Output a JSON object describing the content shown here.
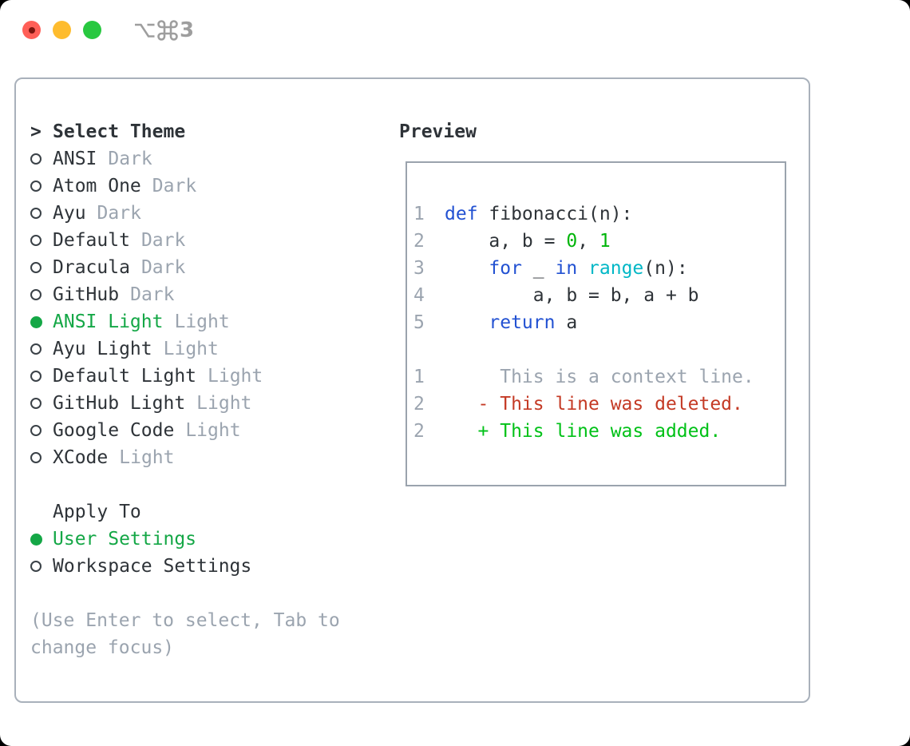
{
  "colors": {
    "ink": "#2e3338",
    "muted": "#9ba4af",
    "ui_green": "#14a746",
    "code_kw": "#2251d2",
    "code_builtin": "#00b7c6",
    "code_num": "#00b50a",
    "diff_del": "#c43a25",
    "diff_add": "#00c117",
    "titlebar_gray": "#9e9e9e",
    "traffic_red": "#ff5f57",
    "traffic_yellow": "#febc2e",
    "traffic_green": "#28c840"
  },
  "titlebar": {
    "shortcut_modifiers": [
      "option",
      "command"
    ],
    "shortcut_key": "3"
  },
  "theme_selector": {
    "prompt": ">",
    "header": "Select Theme",
    "items": [
      {
        "name": "ANSI",
        "tag": "Dark",
        "selected": false
      },
      {
        "name": "Atom One",
        "tag": "Dark",
        "selected": false
      },
      {
        "name": "Ayu",
        "tag": "Dark",
        "selected": false
      },
      {
        "name": "Default",
        "tag": "Dark",
        "selected": false
      },
      {
        "name": "Dracula",
        "tag": "Dark",
        "selected": false
      },
      {
        "name": "GitHub",
        "tag": "Dark",
        "selected": false
      },
      {
        "name": "ANSI Light",
        "tag": "Light",
        "selected": true
      },
      {
        "name": "Ayu Light",
        "tag": "Light",
        "selected": false
      },
      {
        "name": "Default Light",
        "tag": "Light",
        "selected": false
      },
      {
        "name": "GitHub Light",
        "tag": "Light",
        "selected": false
      },
      {
        "name": "Google Code",
        "tag": "Light",
        "selected": false
      },
      {
        "name": "XCode",
        "tag": "Light",
        "selected": false
      }
    ]
  },
  "apply_to": {
    "header": "Apply To",
    "options": [
      {
        "name": "User Settings",
        "selected": true
      },
      {
        "name": "Workspace Settings",
        "selected": false
      }
    ]
  },
  "hint": {
    "line1": "(Use Enter to select, Tab to",
    "line2": "change focus)"
  },
  "preview": {
    "title": "Preview",
    "code_lines": [
      {
        "num": "1",
        "tokens": [
          {
            "t": "def",
            "c": "kw"
          },
          {
            "t": " fibonacci(n):",
            "c": "plain"
          }
        ]
      },
      {
        "num": "2",
        "tokens": [
          {
            "t": "    a, b = ",
            "c": "plain"
          },
          {
            "t": "0",
            "c": "num"
          },
          {
            "t": ", ",
            "c": "plain"
          },
          {
            "t": "1",
            "c": "num"
          }
        ]
      },
      {
        "num": "3",
        "tokens": [
          {
            "t": "    ",
            "c": "plain"
          },
          {
            "t": "for",
            "c": "kw"
          },
          {
            "t": " _ ",
            "c": "plain"
          },
          {
            "t": "in",
            "c": "kw"
          },
          {
            "t": " ",
            "c": "plain"
          },
          {
            "t": "range",
            "c": "builtin"
          },
          {
            "t": "(n):",
            "c": "plain"
          }
        ]
      },
      {
        "num": "4",
        "tokens": [
          {
            "t": "        a, b = b, a + b",
            "c": "plain"
          }
        ]
      },
      {
        "num": "5",
        "tokens": [
          {
            "t": "    ",
            "c": "plain"
          },
          {
            "t": "return",
            "c": "kw"
          },
          {
            "t": " a",
            "c": "plain"
          }
        ]
      }
    ],
    "diff_lines": [
      {
        "num": "1",
        "type": "context",
        "text": "     This is a context line."
      },
      {
        "num": "2",
        "type": "deleted",
        "text": "   - This line was deleted."
      },
      {
        "num": "2",
        "type": "added",
        "text": "   + This line was added."
      }
    ]
  }
}
